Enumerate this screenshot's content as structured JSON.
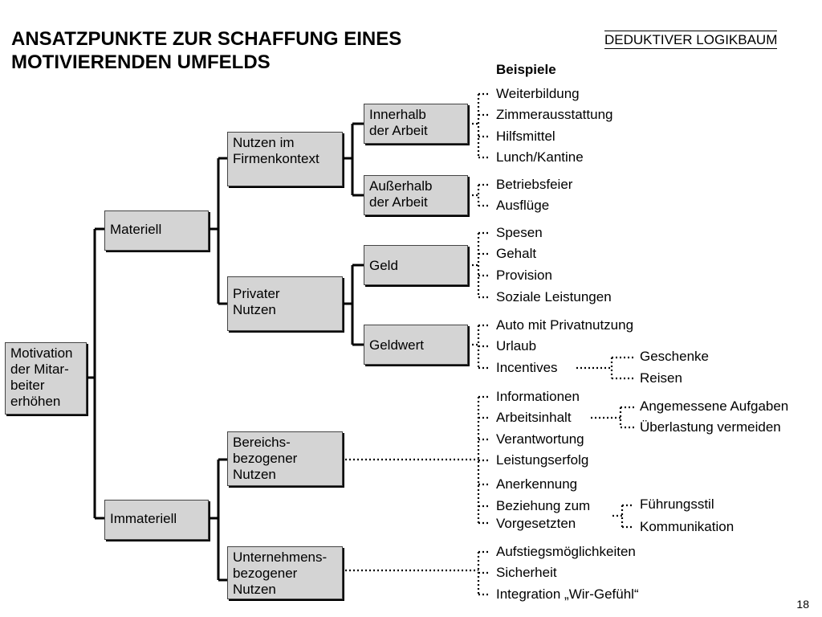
{
  "header": {
    "title_line1": "ANSATZPUNKTE ZUR SCHAFFUNG EINES",
    "title_line2": "MOTIVIERENDEN UMFELDS",
    "tagline": "DEDUKTIVER LOGIKBAUM",
    "examples_label": "Beispiele"
  },
  "tree": {
    "root": [
      "Motivation",
      "der Mitar-",
      "beiter",
      "erhöhen"
    ],
    "materiell": "Materiell",
    "immateriell": "Immateriell",
    "nutzen_firmenkontext": [
      "Nutzen im",
      "Firmenkontext"
    ],
    "privater_nutzen": [
      "Privater",
      "Nutzen"
    ],
    "bereichsbezogener_nutzen": [
      "Bereichs-",
      "bezogener",
      "Nutzen"
    ],
    "unternehmensbezogener_nutzen": [
      "Unternehmens-",
      "bezogener",
      "Nutzen"
    ],
    "innerhalb_arbeit": [
      "Innerhalb",
      "der Arbeit"
    ],
    "ausserhalb_arbeit": [
      "Außerhalb",
      "der Arbeit"
    ],
    "geld": "Geld",
    "geldwert": "Geldwert"
  },
  "examples": {
    "innerhalb": [
      "Weiterbildung",
      "Zimmerausstattung",
      "Hilfsmittel",
      "Lunch/Kantine"
    ],
    "ausserhalb": [
      "Betriebsfeier",
      "Ausflüge"
    ],
    "geld": [
      "Spesen",
      "Gehalt",
      "Provision",
      "Soziale Leistungen"
    ],
    "geldwert": [
      "Auto mit Privatnutzung",
      "Urlaub",
      "Incentives"
    ],
    "incentives": [
      "Geschenke",
      "Reisen"
    ],
    "bereich": [
      "Informationen",
      "Arbeitsinhalt",
      "Verantwortung",
      "Leistungserfolg",
      "Anerkennung",
      "Beziehung zum",
      "Vorgesetzten"
    ],
    "arbeitsinhalt": [
      "Angemessene Aufgaben",
      "Überlastung vermeiden"
    ],
    "vorgesetzte": [
      "Führungsstil",
      "Kommunikation"
    ],
    "unternehmen": [
      "Aufstiegsmöglichkeiten",
      "Sicherheit",
      "Integration „Wir-Gefühl“"
    ]
  },
  "footer": {
    "page_number": "18"
  }
}
